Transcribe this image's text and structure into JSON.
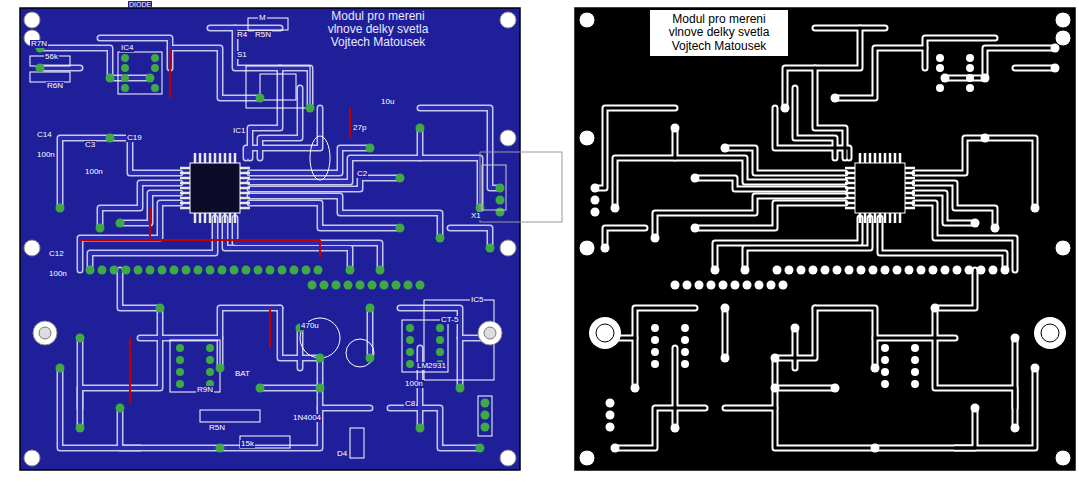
{
  "diagram": {
    "nodes": [
      {
        "text": [
          "Modul pro mereni vlnove delky svetla Vojtech Matousek"
        ]
      }
    ],
    "labels": [
      "Modul pro mereni vlnove delky svetla Vojtech Matousek",
      "DIODE",
      "R7N",
      "56k",
      "R6N",
      "IC4",
      "M",
      "R4",
      "R5N",
      "S1",
      "IC1",
      "C14",
      "100n",
      "C3",
      "100n",
      "C19",
      "27p",
      "C2",
      "10u",
      "X1",
      "C12",
      "100n",
      "470u",
      "IC5",
      "LM2931",
      "CT-5",
      "C8",
      "100n",
      "R9N",
      "R5N",
      "15k",
      "BAT",
      "D4",
      "1N4004"
    ]
  }
}
